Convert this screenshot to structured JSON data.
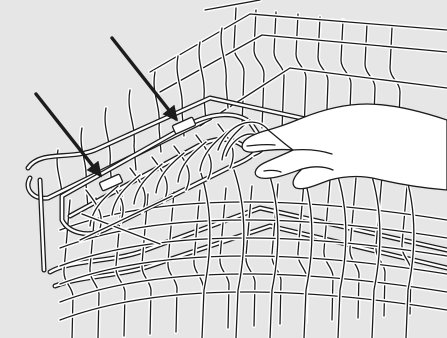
{
  "colors": {
    "background": "#e6e6e6",
    "line": "#1c1c1c",
    "paper": "#ffffff"
  },
  "parts": {
    "rack": "dishwasher-rack",
    "basket": "folding-basket",
    "hand": "hand",
    "arrows": [
      "arrow-left",
      "arrow-right"
    ],
    "clips": [
      "clip-left",
      "clip-right"
    ]
  }
}
